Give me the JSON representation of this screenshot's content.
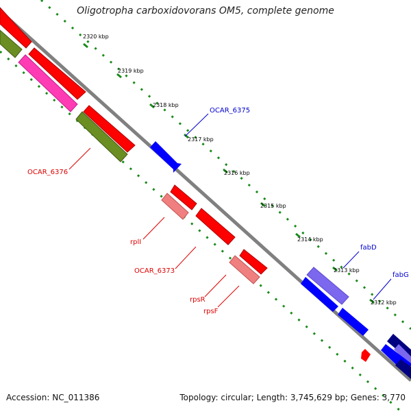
{
  "title": "Oligotropha carboxidovorans OM5, complete genome",
  "accession": "Accession: NC_011386",
  "topology": "Topology: circular; Length: 3,745,629 bp; Genes: 3,770",
  "ticks": [
    "2320 kbp",
    "2319 kbp",
    "2318 kbp",
    "2317 kbp",
    "2316 kbp",
    "2315 kbp",
    "2314 kbp",
    "2313 kbp",
    "2312 kbp"
  ],
  "genes": {
    "ocar6375": {
      "label": "OCAR_6375",
      "color": "#0000cc"
    },
    "fabD": {
      "label": "fabD",
      "color": "#0000cc"
    },
    "fabG": {
      "label": "fabG",
      "color": "#0000cc"
    },
    "ocar6376": {
      "label": "OCAR_6376",
      "color": "#dd0000"
    },
    "rplI": {
      "label": "rplI",
      "color": "#dd0000"
    },
    "ocar6373": {
      "label": "OCAR_6373",
      "color": "#dd0000"
    },
    "rpsR": {
      "label": "rpsR",
      "color": "#dd0000"
    },
    "rpsF": {
      "label": "rpsF",
      "color": "#dd0000"
    }
  },
  "colors": {
    "backbone": "#808080",
    "tick_dots": "#1a8a1a",
    "red": "#ff0000",
    "pink": "#f08080",
    "magenta": "#ff3cb4",
    "olive": "#6b8e23",
    "blue": "#0000ff",
    "lavender": "#7b68ee",
    "navy": "#000080"
  }
}
